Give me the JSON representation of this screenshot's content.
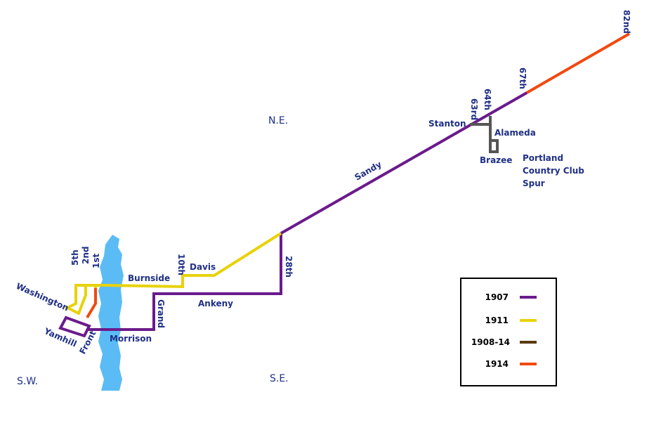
{
  "colors": {
    "1907": "#6a1b8c",
    "1911": "#e8d20a",
    "1908-14": "#5b3a12",
    "1914": "#f04a10",
    "spur": "#555555",
    "river": "#5bbcf5",
    "text": "#1f2f86"
  },
  "quadrants": {
    "ne": "N.E.",
    "se": "S.E.",
    "sw": "S.W."
  },
  "streets": {
    "s82nd": "82nd",
    "s67th": "67th",
    "s64th": "64th",
    "s63rd": "63rd",
    "stanton": "Stanton",
    "alameda": "Alameda",
    "brazee": "Brazee",
    "spur_line1": "Portland",
    "spur_line2": "Country Club",
    "spur_line3": "Spur",
    "sandy": "Sandy",
    "s28th": "28th",
    "s10th": "10th",
    "davis": "Davis",
    "burnside": "Burnside",
    "ankeny": "Ankeny",
    "grand": "Grand",
    "morrison": "Morrison",
    "s5th": "5th",
    "s2nd": "2nd",
    "s1st": "1st",
    "washington": "Washington",
    "yamhill": "Yamhill",
    "front": "Front"
  },
  "legend": {
    "items": [
      {
        "label": "1907",
        "color_key": "1907"
      },
      {
        "label": "1911",
        "color_key": "1911"
      },
      {
        "label": "1908-14",
        "color_key": "1908-14"
      },
      {
        "label": "1914",
        "color_key": "1914"
      }
    ]
  }
}
